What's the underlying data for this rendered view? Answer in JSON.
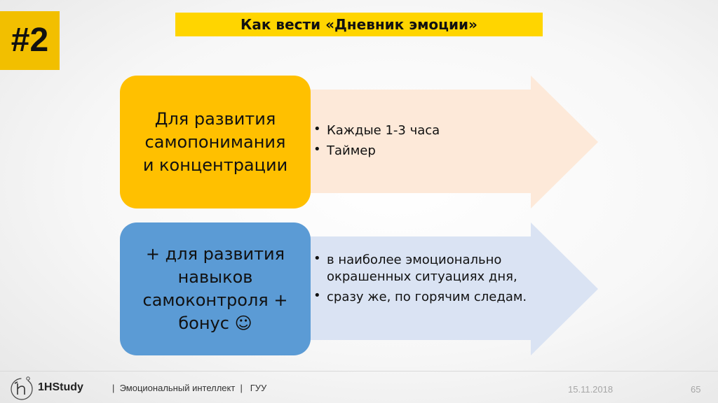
{
  "slide": {
    "badge": "#2",
    "title": "Как вести «Дневник эмоции»"
  },
  "blocks": [
    {
      "box_lines": [
        "Для развития",
        "самопонимания",
        "и концентрации"
      ],
      "points": [
        "Каждые 1-3 часа",
        "Таймер"
      ],
      "box_color": "#ffc000",
      "arrow_color": "#fde9d9"
    },
    {
      "box_lines": [
        "+ для развития",
        "навыков",
        "самоконтроля +",
        "бонус ☺"
      ],
      "points": [
        "в наиболее эмоционально окрашенных ситуациях дня,",
        "сразу же, по горячим следам."
      ],
      "box_color": "#5b9bd5",
      "arrow_color": "#dae3f3"
    }
  ],
  "footer": {
    "logo_icon": "1h-logo-icon",
    "brand": "1HStudy",
    "course": "|  Эмоциональный интеллект  |   ГУУ",
    "date": "15.11.2018",
    "page": "65"
  }
}
